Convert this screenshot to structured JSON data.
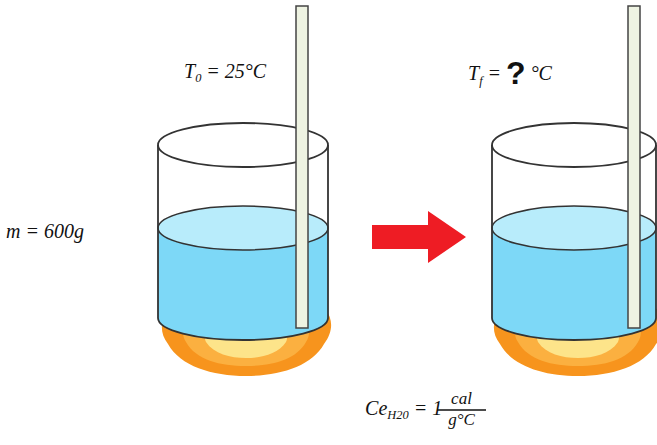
{
  "diagram": {
    "labels": [
      "T0 = 25°C",
      "Tf = ? °C",
      "m = 600g",
      "CeH20 = 1",
      "cal",
      "g°C"
    ]
  }
}
